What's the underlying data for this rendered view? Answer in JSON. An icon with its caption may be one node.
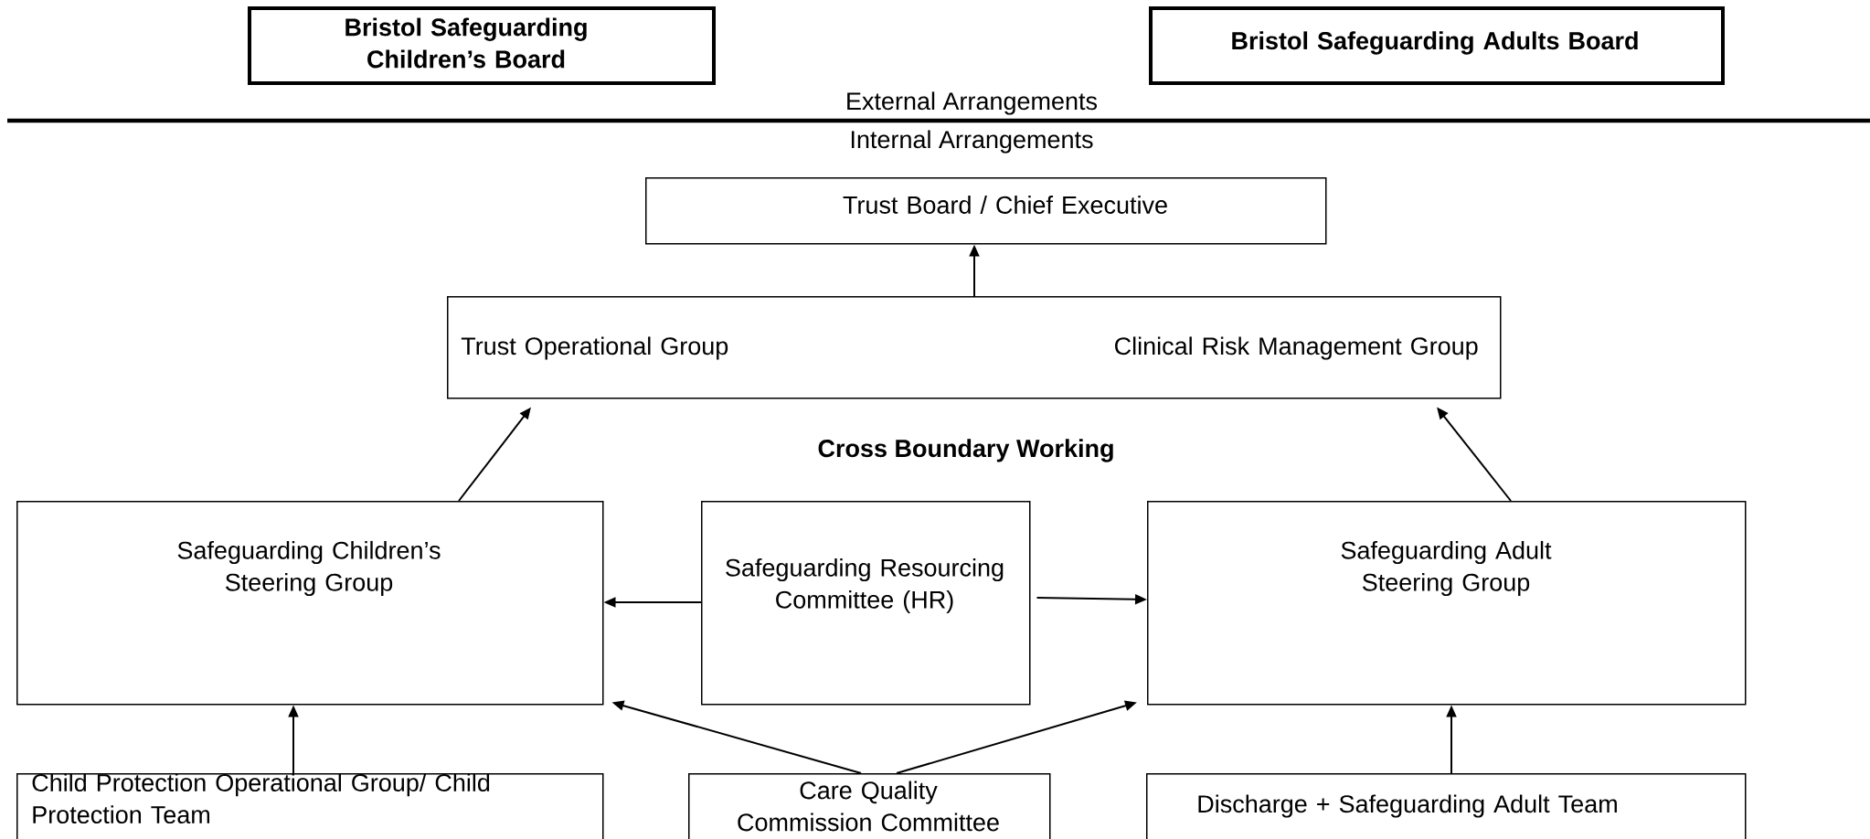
{
  "diagram": {
    "nodes": [
      {
        "text": [
          "Bristol Safeguarding Children’s Board"
        ]
      },
      {
        "text": [
          "Bristol Safeguarding Adults Board"
        ]
      },
      {
        "text": [
          "Trust Board / Chief Executive"
        ]
      },
      {
        "text": [
          "Trust Operational Group",
          "Clinical Risk Management Group"
        ]
      },
      {
        "text": [
          "Safeguarding Children’s Steering Group"
        ]
      },
      {
        "text": [
          "Safeguarding Resourcing Committee (HR)"
        ]
      },
      {
        "text": [
          "Safeguarding Adult Steering Group"
        ]
      },
      {
        "text": [
          "Child Protection Operational Group/ Child Protection Team"
        ]
      },
      {
        "text": [
          "Care Quality Commission Committee"
        ]
      },
      {
        "text": [
          "Discharge + Safeguarding Adult Team"
        ]
      }
    ],
    "edges": [
      {
        "from": 3,
        "to": 2,
        "arrow": "to"
      },
      {
        "from": 4,
        "to": 3,
        "arrow": "to"
      },
      {
        "from": 6,
        "to": 3,
        "arrow": "to"
      },
      {
        "from": 5,
        "to": 4,
        "arrow": "to"
      },
      {
        "from": 5,
        "to": 6,
        "arrow": "to"
      },
      {
        "from": 8,
        "to": 4,
        "arrow": "to"
      },
      {
        "from": 8,
        "to": 6,
        "arrow": "to"
      },
      {
        "from": 7,
        "to": 4,
        "arrow": "to"
      },
      {
        "from": 9,
        "to": 6,
        "arrow": "to"
      }
    ],
    "labels": [
      "External Arrangements",
      "Internal Arrangements",
      "Cross Boundary Working"
    ]
  }
}
